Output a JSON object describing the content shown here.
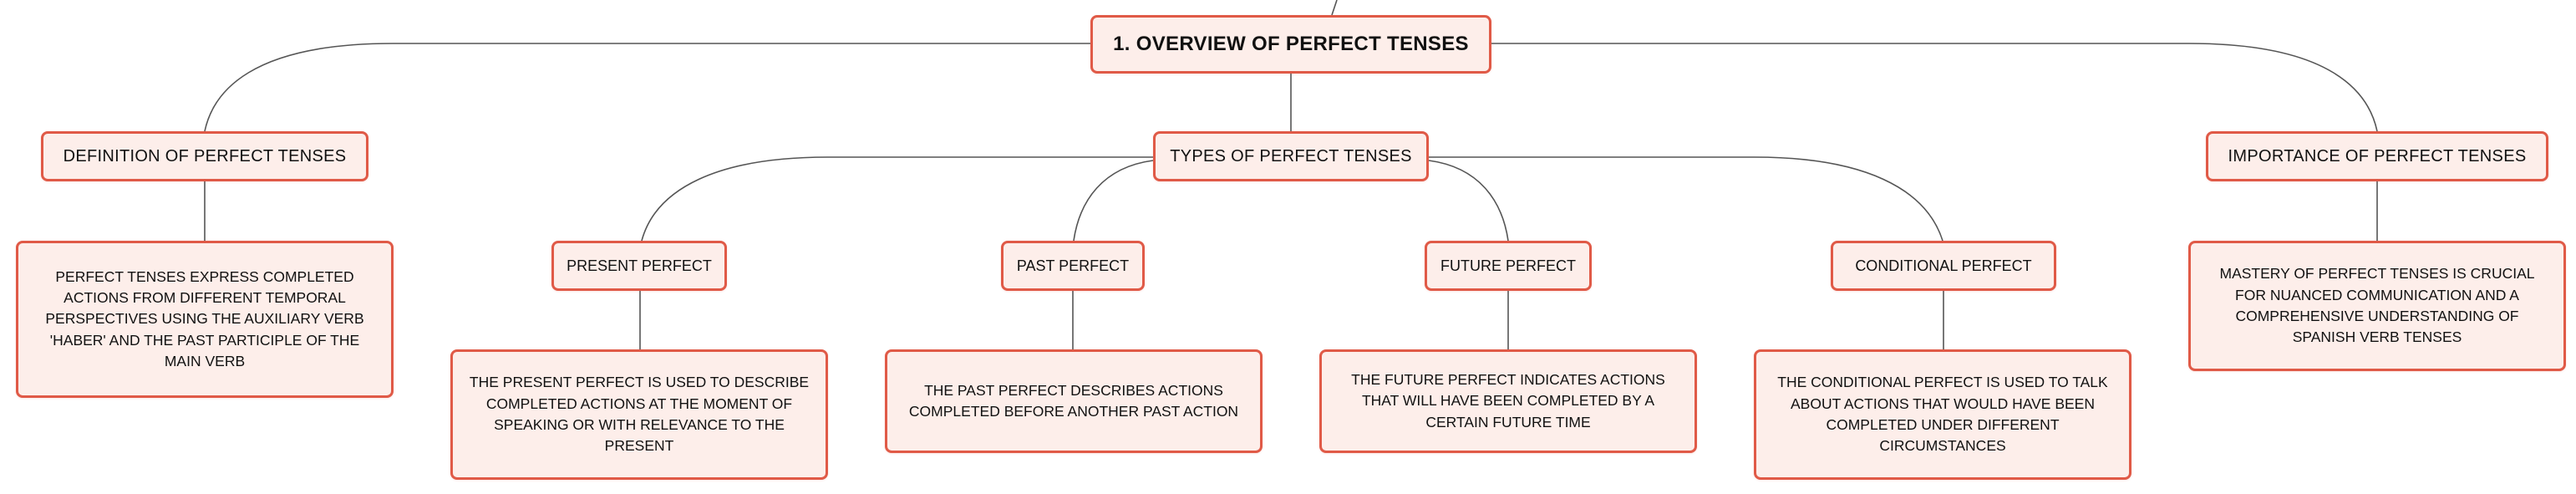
{
  "diagram": {
    "root": {
      "label": "1. OVERVIEW OF PERFECT TENSES"
    },
    "branches": {
      "definition": {
        "label": "DEFINITION OF PERFECT TENSES",
        "detail": "PERFECT TENSES EXPRESS COMPLETED ACTIONS FROM DIFFERENT TEMPORAL PERSPECTIVES USING THE AUXILIARY VERB 'HABER' AND THE PAST PARTICIPLE OF THE MAIN VERB"
      },
      "types": {
        "label": "TYPES OF PERFECT TENSES",
        "children": [
          {
            "label": "PRESENT PERFECT",
            "detail": "THE PRESENT PERFECT IS USED TO DESCRIBE COMPLETED ACTIONS AT THE MOMENT OF SPEAKING OR WITH RELEVANCE TO THE PRESENT"
          },
          {
            "label": "PAST PERFECT",
            "detail": "THE PAST PERFECT DESCRIBES ACTIONS COMPLETED BEFORE ANOTHER PAST ACTION"
          },
          {
            "label": "FUTURE PERFECT",
            "detail": "THE FUTURE PERFECT INDICATES ACTIONS THAT WILL HAVE BEEN COMPLETED BY A CERTAIN FUTURE TIME"
          },
          {
            "label": "CONDITIONAL PERFECT",
            "detail": "THE CONDITIONAL PERFECT IS USED TO TALK ABOUT ACTIONS THAT WOULD HAVE BEEN COMPLETED UNDER DIFFERENT CIRCUMSTANCES"
          }
        ]
      },
      "importance": {
        "label": "IMPORTANCE OF PERFECT TENSES",
        "detail": "MASTERY OF PERFECT TENSES IS CRUCIAL FOR NUANCED COMMUNICATION AND A COMPREHENSIVE UNDERSTANDING OF SPANISH VERB TENSES"
      }
    }
  },
  "colors": {
    "node_fill": "#fdeeea",
    "node_border": "#e05a47",
    "connector": "#555555",
    "text": "#111111"
  }
}
